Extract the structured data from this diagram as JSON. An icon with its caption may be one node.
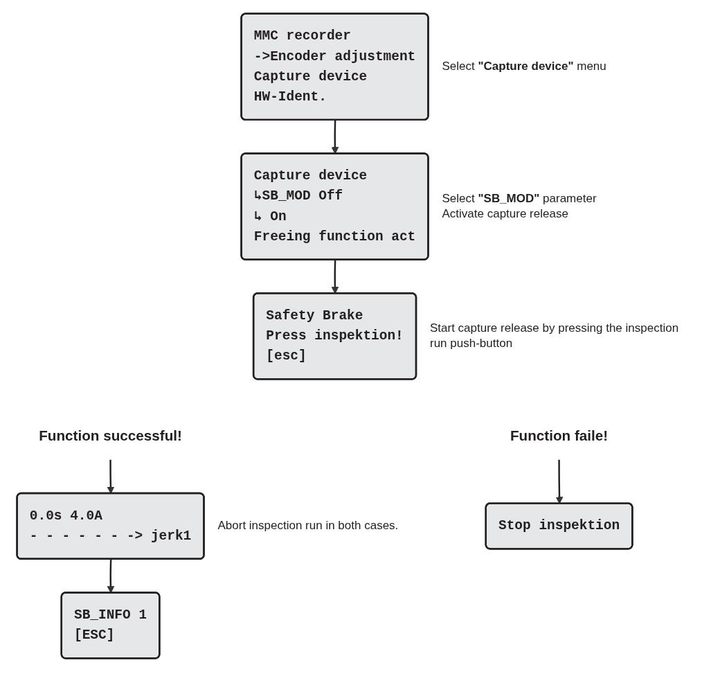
{
  "diagram": {
    "nodes": [
      {
        "text": [
          "MMC recorder",
          "->Encoder adjustment",
          "Capture device",
          "HW-Ident."
        ],
        "beside": [
          "Select **\"Capture device\"** menu"
        ]
      },
      {
        "text": [
          "Capture device",
          "↳SB_MOD Off",
          "↳ On",
          "Freeing function act"
        ],
        "beside": [
          "Select **\"SB_MOD\"** parameter",
          "Activate capture release"
        ]
      },
      {
        "text": [
          "Safety Brake",
          "Press inspektion!",
          "[esc]"
        ],
        "beside": [
          "Start capture release by pressing the inspection run push-button"
        ]
      },
      {
        "text": [
          "Function successful!"
        ]
      },
      {
        "text": [
          "Function faile!"
        ]
      },
      {
        "text": [
          "0.0s 4.0A",
          "- - - - - - -> jerk1"
        ],
        "beside": [
          "Abort inspection run in both cases."
        ]
      },
      {
        "text": [
          "Stop inspektion"
        ]
      },
      {
        "text": [
          "SB_INFO 1",
          "[ESC]"
        ]
      }
    ],
    "edges": [
      {
        "from": 0,
        "to": 1,
        "arrow": "to"
      },
      {
        "from": 1,
        "to": 2,
        "arrow": "to"
      },
      {
        "from": 3,
        "to": 5,
        "arrow": "to"
      },
      {
        "from": 5,
        "to": 7,
        "arrow": "to"
      },
      {
        "from": 4,
        "to": 6,
        "arrow": "to"
      }
    ]
  }
}
